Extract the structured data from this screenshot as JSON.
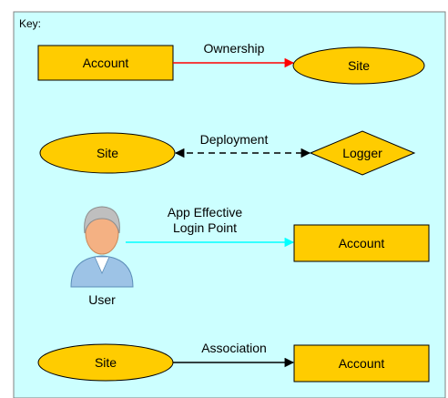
{
  "key_label": "Key:",
  "colors": {
    "panel_fill": "#ccffff",
    "panel_border": "#808080",
    "shape_fill": "#ffcc00",
    "shape_stroke": "#000000",
    "ownership_arrow": "#ff0000",
    "login_arrow": "#00ffff",
    "association_arrow": "#000000",
    "deployment_arrow": "#000000",
    "user_head": "#f4b183",
    "user_hair": "#bfbfbf",
    "user_body": "#9dc3e6"
  },
  "rows": {
    "ownership": {
      "source": "Account",
      "target": "Site",
      "label": "Ownership"
    },
    "deployment": {
      "source": "Site",
      "target": "Logger",
      "label": "Deployment"
    },
    "login": {
      "source": "User",
      "target": "Account",
      "label_line1": "App Effective",
      "label_line2": "Login Point"
    },
    "association": {
      "source": "Site",
      "target": "Account",
      "label": "Association"
    }
  },
  "icons": {
    "user": "user-icon"
  }
}
